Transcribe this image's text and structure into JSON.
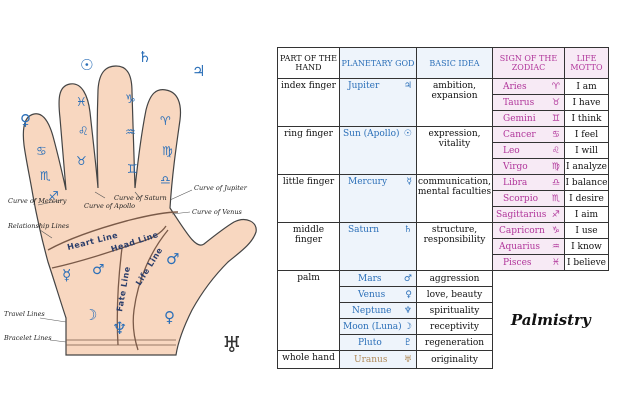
{
  "hand": {
    "labels": {
      "curve_mercury": "Curve of Mercury",
      "relationship": "Relationship Lines",
      "curve_apollo": "Curve of Apollo",
      "curve_saturn": "Curve of Saturn",
      "curve_jupiter": "Curve of Jupiter",
      "curve_venus": "Curve of Venus",
      "travel": "Travel Lines",
      "bracelet": "Bracelet Lines",
      "heart_line": "Heart Line",
      "head_line": "Head Line",
      "fate_line": "Fate Line",
      "life_line": "Life Line"
    },
    "icons": [
      "sun-symbol",
      "saturn-symbol",
      "jupiter-symbol",
      "venus-symbol",
      "pisces-symbol",
      "leo-symbol",
      "taurus-symbol",
      "capricorn-symbol",
      "aquarius-symbol",
      "aries-symbol",
      "virgo-symbol",
      "cancer-symbol",
      "libra-symbol",
      "gemini-symbol",
      "scorpio-symbol",
      "sagittarius-symbol",
      "mercury-symbol",
      "moon-symbol",
      "mars-symbol",
      "neptune-symbol",
      "uranus-symbol"
    ]
  },
  "table": {
    "headers": {
      "part": "PART OF THE HAND",
      "god": "PLANETARY GOD",
      "idea": "BASIC IDEA",
      "sign": "SIGN OF THE ZODIAC",
      "motto": "LIFE MOTTO"
    },
    "groups": [
      {
        "part": "index finger",
        "god": "Jupiter",
        "god_symbol": "♃",
        "idea": "ambition, expansion"
      },
      {
        "part": "ring finger",
        "god": "Sun (Apollo)",
        "god_symbol": "☉",
        "idea": "expression, vitality"
      },
      {
        "part": "little finger",
        "god": "Mercury",
        "god_symbol": "☿",
        "idea": "communication, mental faculties"
      },
      {
        "part": "middle finger",
        "god": "Saturn",
        "god_symbol": "♄",
        "idea": "structure, responsibility"
      }
    ],
    "signs": [
      {
        "name": "Aries",
        "symbol": "♈",
        "motto": "I am"
      },
      {
        "name": "Taurus",
        "symbol": "♉",
        "motto": "I have"
      },
      {
        "name": "Gemini",
        "symbol": "♊",
        "motto": "I think"
      },
      {
        "name": "Cancer",
        "symbol": "♋",
        "motto": "I feel"
      },
      {
        "name": "Leo",
        "symbol": "♌",
        "motto": "I will"
      },
      {
        "name": "Virgo",
        "symbol": "♍",
        "motto": "I analyze"
      },
      {
        "name": "Libra",
        "symbol": "♎",
        "motto": "I balance"
      },
      {
        "name": "Scorpio",
        "symbol": "♏",
        "motto": "I desire"
      },
      {
        "name": "Sagittarius",
        "symbol": "♐",
        "motto": "I aim"
      },
      {
        "name": "Capricorn",
        "symbol": "♑",
        "motto": "I use"
      },
      {
        "name": "Aquarius",
        "symbol": "♒",
        "motto": "I know"
      },
      {
        "name": "Pisces",
        "symbol": "♓",
        "motto": "I believe"
      }
    ],
    "palm_part": "palm",
    "palm_gods": [
      {
        "name": "Mars",
        "symbol": "♂",
        "idea": "aggression"
      },
      {
        "name": "Venus",
        "symbol": "♀",
        "idea": "love, beauty"
      },
      {
        "name": "Neptune",
        "symbol": "♆",
        "idea": "spirituality"
      },
      {
        "name": "Moon (Luna)",
        "symbol": "☽",
        "idea": "receptivity"
      },
      {
        "name": "Pluto",
        "symbol": "♇",
        "idea": "regeneration"
      }
    ],
    "whole_hand": {
      "part": "whole hand",
      "god": "Uranus",
      "symbol": "♅",
      "idea": "originality"
    },
    "brand": "Palmistry"
  },
  "colors": {
    "planet_blue": "#2b6fb8",
    "zodiac_magenta": "#b0359a",
    "skin": "#f8d7c0",
    "uranus_tan": "#b08a5a"
  }
}
